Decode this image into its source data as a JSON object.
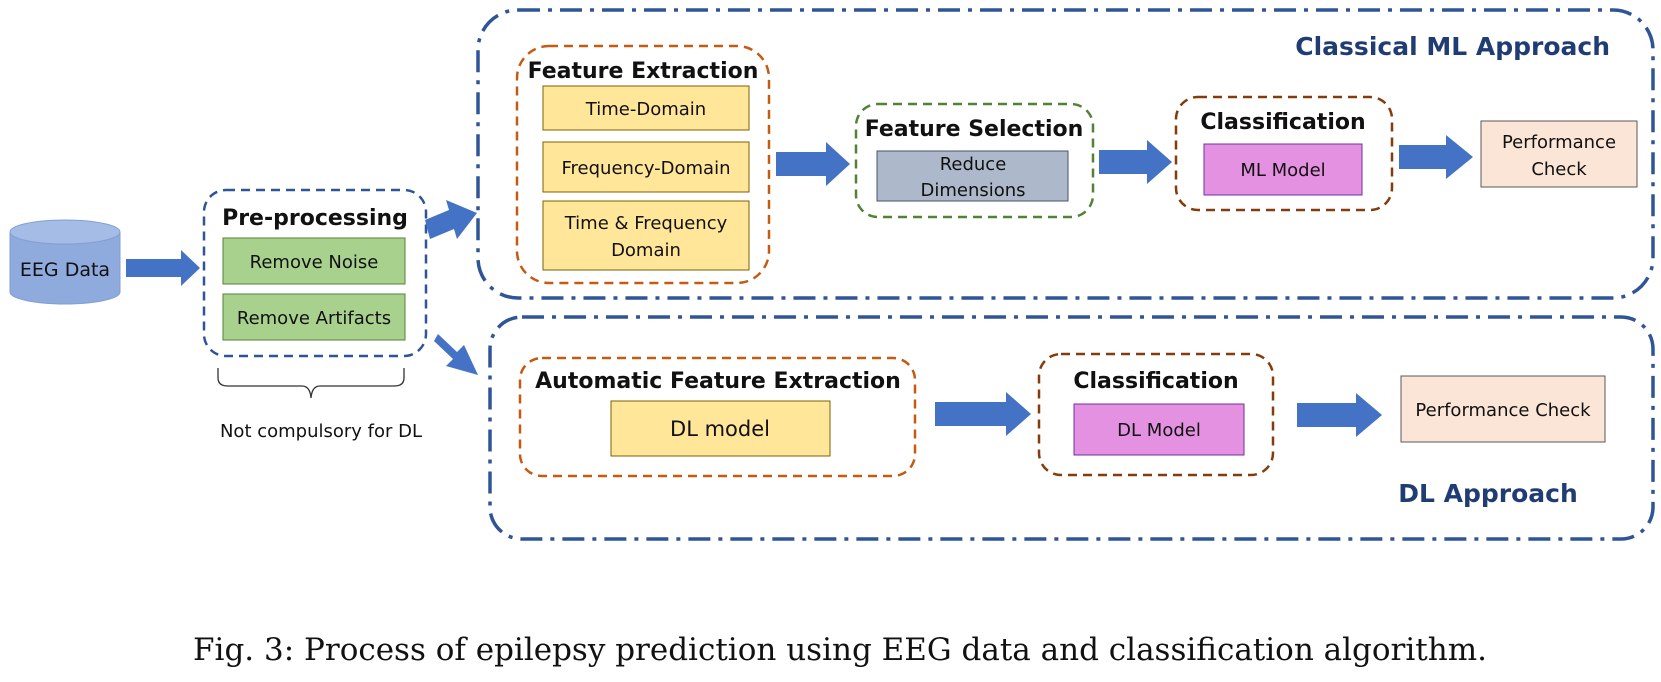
{
  "eeg_data": {
    "label": "EEG Data"
  },
  "preprocessing": {
    "title": "Pre-processing",
    "items": [
      "Remove Noise",
      "Remove Artifacts"
    ],
    "note": "Not compulsory for DL"
  },
  "classical_ml": {
    "title": "Classical ML Approach",
    "feature_extraction": {
      "title": "Feature Extraction",
      "items": [
        "Time-Domain",
        "Frequency-Domain",
        "Time & Frequency",
        "Domain"
      ]
    },
    "feature_selection": {
      "title": "Feature Selection",
      "lines": [
        "Reduce",
        "Dimensions"
      ]
    },
    "classification": {
      "title": "Classification",
      "model": "ML Model"
    },
    "performance": {
      "lines": [
        "Performance",
        "Check"
      ]
    }
  },
  "dl": {
    "title": "DL Approach",
    "feature_extraction": {
      "title": "Automatic Feature Extraction",
      "model": "DL model"
    },
    "classification": {
      "title": "Classification",
      "model": "DL Model"
    },
    "performance": {
      "label": "Performance Check"
    }
  },
  "caption": "Fig. 3: Process of epilepsy prediction using EEG data and classification algorithm.",
  "colors": {
    "approach_border": "#2f5597",
    "approach_title": "#1f3c73",
    "arrow": "#4472c4",
    "eeg_cylinder": "#8faadc",
    "green_box": "#a9d18e",
    "yellow_box": "#ffe699",
    "gray_box": "#adb9ca",
    "pink_box": "#e391e0",
    "peach_box": "#fbe5d6",
    "orange_dash": "#c55a11",
    "green_dash": "#548235",
    "brown_dash": "#843c0c",
    "navy_dash": "#2f5597"
  }
}
